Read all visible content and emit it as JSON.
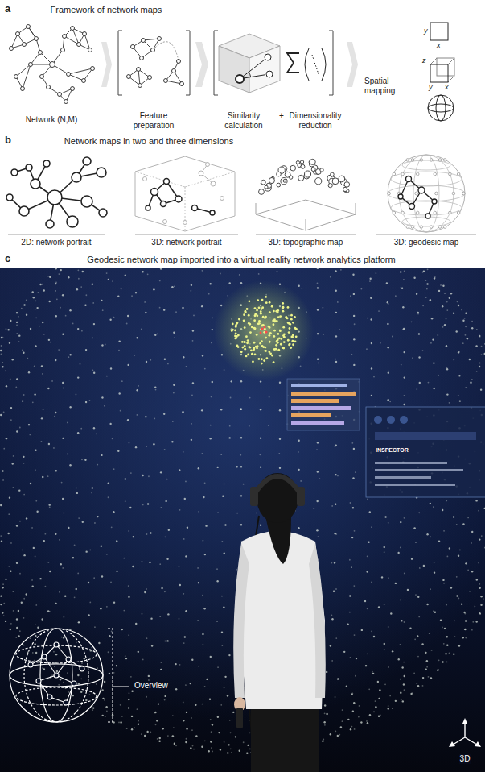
{
  "diagram": {
    "nodes": [
      {
        "text": [
          "Network (N,M)"
        ]
      },
      {
        "text": [
          "Feature preparation"
        ]
      },
      {
        "text": [
          "Similarity calculation",
          "+",
          "Dimensionality reduction"
        ]
      },
      {
        "text": [
          "Spatial mapping"
        ]
      }
    ],
    "edges": [
      {
        "from": 0,
        "to": 1,
        "arrow": "to"
      },
      {
        "from": 1,
        "to": 2,
        "arrow": "to"
      },
      {
        "from": 2,
        "to": 3,
        "arrow": "to"
      }
    ],
    "labels": [
      "a",
      "Framework of network maps",
      "y",
      "x",
      "z",
      "y",
      "x",
      "b",
      "Network maps in two and three dimensions",
      "2D: network portrait",
      "3D: network portrait",
      "3D: topographic map",
      "3D: geodesic map",
      "c",
      "Geodesic network map imported into a virtual reality network analytics platform",
      "INSPECTOR",
      "Overview",
      "3D"
    ]
  }
}
